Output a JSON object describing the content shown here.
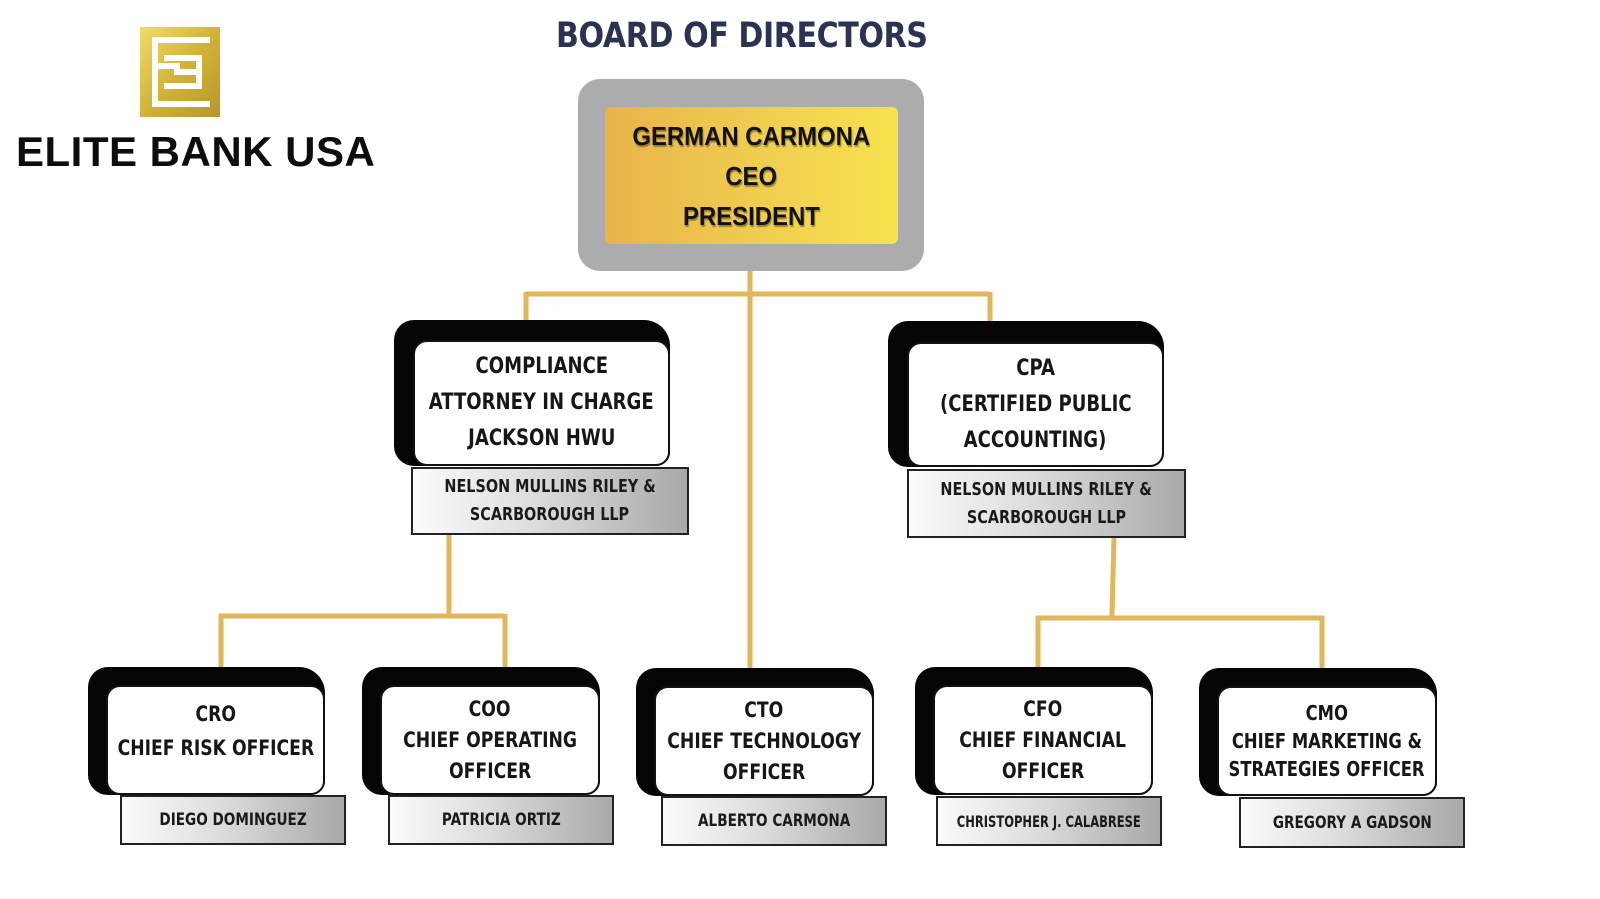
{
  "brand": {
    "name": "ELITE BANK USA",
    "logo_icon": "ee-monogram-gold-icon",
    "gold": "#d4b43c"
  },
  "title": "BOARD OF DIRECTORS",
  "colors": {
    "title": "#2a3352",
    "connector": "#e0b75c",
    "ceo_gradient_start": "#e8b44b",
    "ceo_gradient_end": "#f7e34d",
    "ceo_frame": "#acacac",
    "node_frame": "#050505"
  },
  "ceo": {
    "lines": [
      "GERMAN CARMONA",
      "CEO",
      "PRESIDENT"
    ]
  },
  "advisors": [
    {
      "id": "compliance",
      "lines": [
        "COMPLIANCE",
        "ATTORNEY IN CHARGE",
        "JACKSON HWU"
      ],
      "plate": [
        "NELSON MULLINS RILEY &",
        "SCARBOROUGH LLP"
      ]
    },
    {
      "id": "cpa",
      "lines": [
        "CPA",
        "(CERTIFIED PUBLIC",
        "ACCOUNTING)"
      ],
      "plate": [
        "NELSON MULLINS RILEY &",
        "SCARBOROUGH LLP"
      ]
    }
  ],
  "officers": [
    {
      "id": "cro",
      "lines": [
        "CRO",
        "CHIEF RISK OFFICER"
      ],
      "name": "DIEGO DOMINGUEZ"
    },
    {
      "id": "coo",
      "lines": [
        "COO",
        "CHIEF OPERATING",
        "OFFICER"
      ],
      "name": "PATRICIA ORTIZ"
    },
    {
      "id": "cto",
      "lines": [
        "CTO",
        "CHIEF TECHNOLOGY",
        "OFFICER"
      ],
      "name": "ALBERTO CARMONA"
    },
    {
      "id": "cfo",
      "lines": [
        "CFO",
        "CHIEF FINANCIAL",
        "OFFICER"
      ],
      "name": "CHRISTOPHER J. CALABRESE"
    },
    {
      "id": "cmo",
      "lines": [
        "CMO",
        "CHIEF MARKETING &",
        "STRATEGIES OFFICER"
      ],
      "name": "GREGORY A GADSON"
    }
  ]
}
